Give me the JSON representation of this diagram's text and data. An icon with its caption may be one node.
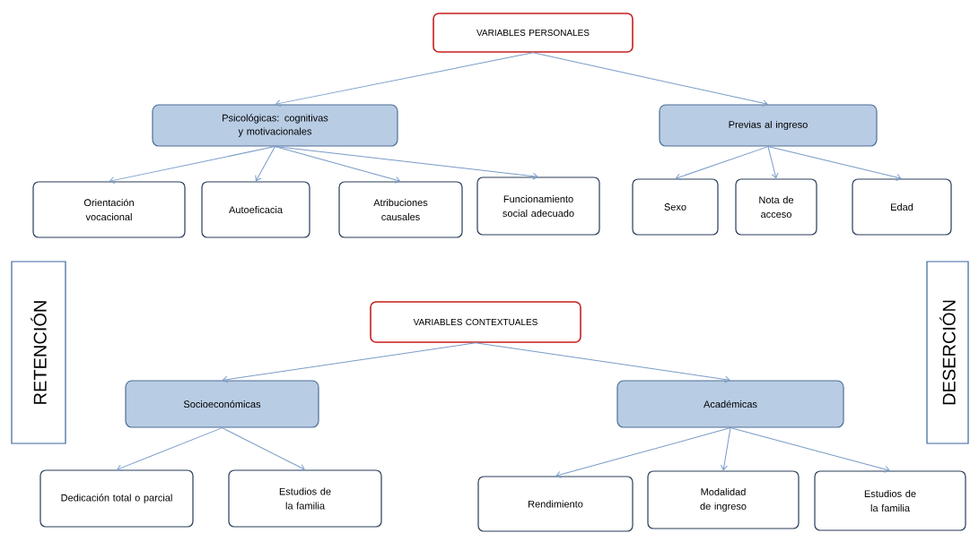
{
  "diagram": {
    "nodes": [
      {
        "text": [
          "VARIABLES PERSONALES"
        ]
      },
      {
        "text": [
          "Psicológicas: cognitivas y motivacionales"
        ]
      },
      {
        "text": [
          "Previas al ingreso"
        ]
      },
      {
        "text": [
          "Orientación vocacional"
        ]
      },
      {
        "text": [
          "Autoeficacia"
        ]
      },
      {
        "text": [
          "Atribuciones causales"
        ]
      },
      {
        "text": [
          "Funcionamiento social adecuado"
        ]
      },
      {
        "text": [
          "Sexo"
        ]
      },
      {
        "text": [
          "Nota de acceso"
        ]
      },
      {
        "text": [
          "Edad"
        ]
      },
      {
        "text": [
          "RETENCIÓN"
        ]
      },
      {
        "text": [
          "DESERCIÓN"
        ]
      },
      {
        "text": [
          "VARIABLES CONTEXTUALES"
        ]
      },
      {
        "text": [
          "Socioeconómicas"
        ]
      },
      {
        "text": [
          "Académicas"
        ]
      },
      {
        "text": [
          "Dedicación  total o parcial"
        ]
      },
      {
        "text": [
          "Estudios de la familia"
        ]
      },
      {
        "text": [
          "Rendimiento"
        ]
      },
      {
        "text": [
          "Modalidad de ingreso"
        ]
      },
      {
        "text": [
          "Estudios de la familia"
        ]
      }
    ],
    "edges": [
      {
        "from": 0,
        "to": 1,
        "arrow": "to"
      },
      {
        "from": 0,
        "to": 2,
        "arrow": "to"
      },
      {
        "from": 1,
        "to": 3,
        "arrow": "to"
      },
      {
        "from": 1,
        "to": 4,
        "arrow": "to"
      },
      {
        "from": 1,
        "to": 5,
        "arrow": "to"
      },
      {
        "from": 1,
        "to": 6,
        "arrow": "to"
      },
      {
        "from": 2,
        "to": 7,
        "arrow": "to"
      },
      {
        "from": 2,
        "to": 8,
        "arrow": "to"
      },
      {
        "from": 2,
        "to": 9,
        "arrow": "to"
      },
      {
        "from": 12,
        "to": 13,
        "arrow": "to"
      },
      {
        "from": 12,
        "to": 14,
        "arrow": "to"
      },
      {
        "from": 13,
        "to": 15,
        "arrow": "to"
      },
      {
        "from": 13,
        "to": 16,
        "arrow": "to"
      },
      {
        "from": 14,
        "to": 17,
        "arrow": "to"
      },
      {
        "from": 14,
        "to": 18,
        "arrow": "to"
      },
      {
        "from": 14,
        "to": 19,
        "arrow": "to"
      }
    ]
  }
}
